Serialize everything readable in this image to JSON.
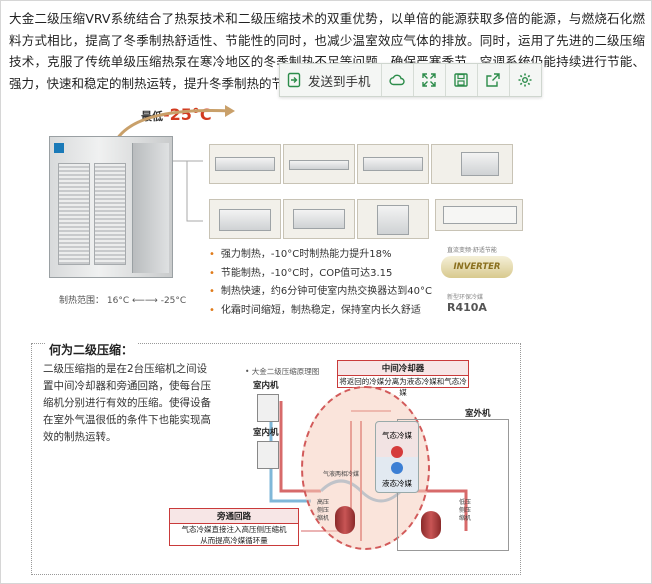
{
  "article": {
    "paragraph": "大金二级压缩VRV系统结合了热泵技术和二级压缩技术的双重优势，以单倍的能源获取多倍的能源，与燃烧石化燃料方式相比，提高了冬季制热舒适性、节能性的同时，也减少温室效应气体的排放。同时，运用了先进的二级压缩技术，克服了传统单级压缩热泵在寒冷地区的冬季制热不足等问题。确保严寒季节，空调系统仍能持续进行节能、强力，快速和稳定的制热运转，提升冬季制热的节能性。"
  },
  "toolbar": {
    "send_label": "发送到手机",
    "icons": [
      "send-to-phone-icon",
      "cloud-icon",
      "fullscreen-icon",
      "save-icon",
      "share-icon",
      "settings-icon"
    ],
    "accent": "#2c8c4a"
  },
  "ad": {
    "temp_prefix": "最低",
    "temp_value": "-25°C",
    "range_label": "制热范围：",
    "range_low": "16°C",
    "range_arrow": "⟵⟶",
    "range_high": "-25°C",
    "bullets": [
      "强力制热，-10°C时制热能力提升18%",
      "节能制热，-10°C时，COP值可达3.15",
      "制热快速，约6分钟可使室内热交换器达到40°C",
      "化霜时间缩短，制热稳定，保持室内长久舒适"
    ],
    "inverter_caption": "直流变频·舒适节能",
    "inverter_label": "INVERTER",
    "r410_caption": "新型环保冷媒",
    "r410_label": "R410A",
    "section_title": "何为二级压缩：",
    "section_text": "二级压缩指的是在2台压缩机之间设置中间冷却器和旁通回路，使每台压缩机分别进行有效的压缩。使得设备在室外气温很低的条件下也能实现高效的制热运转。",
    "diagram_title": "• 大金二级压缩原理图",
    "intercooler_title": "中间冷却器",
    "intercooler_desc": "将返回的冷媒分离为液态冷媒和气态冷媒",
    "indoor1": "室内机",
    "indoor2": "室内机",
    "outdoor": "室外机",
    "gas_refrigerant": "气态冷媒",
    "liquid_refrigerant": "液态冷媒",
    "gas_liquid_mix": "气液两相冷媒",
    "bypass_title": "旁通回路",
    "bypass_desc_1": "气态冷媒直接注入高压侧压缩机",
    "bypass_desc_2": "从而提高冷媒循环量",
    "high_side": "高压侧压缩机",
    "low_side": "低压侧压缩机"
  }
}
